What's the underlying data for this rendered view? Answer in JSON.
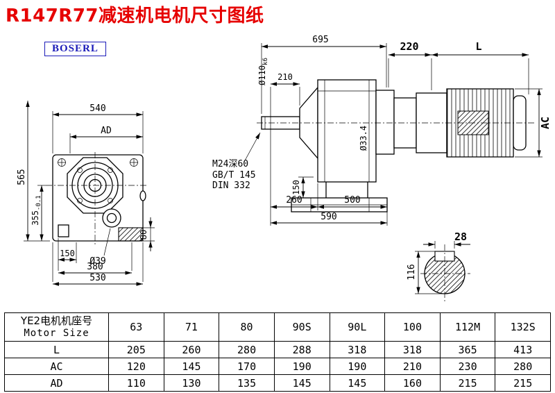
{
  "title": "R147R77减速机电机尺寸图纸",
  "logo": "BOSERL",
  "colors": {
    "title": "#e60000",
    "logo": "#1a1ab8",
    "line": "#000000"
  },
  "front_view": {
    "width_top": "540",
    "ad": "AD",
    "height_total": "565",
    "center_height": "355",
    "center_height_tol": "-0.1",
    "foot_len": "150",
    "hole_dia": "Ø39",
    "bolt_span": "380",
    "base_width": "530",
    "pad_height": "80"
  },
  "side_view": {
    "length_total": "695",
    "flange_len": "220",
    "motor_len": "L",
    "shaft_dia": "Ø110",
    "shaft_fit": "k6",
    "shaft_len": "210",
    "tap_note1": "M24深60",
    "tap_note2": "GB/T 145",
    "tap_note3": "DIN 332",
    "bore_dia": "Ø33.4",
    "foot_height": "150",
    "len_front": "260",
    "len_base_front": "500",
    "base_len": "590",
    "ac": "AC"
  },
  "shaft_section": {
    "key_width": "28",
    "height_over_key": "116"
  },
  "table": {
    "header_cn": "YE2电机机座号",
    "header_en": "Motor Size",
    "sizes": [
      "63",
      "71",
      "80",
      "90S",
      "90L",
      "100",
      "112M",
      "132S"
    ],
    "rows": [
      {
        "label": "L",
        "values": [
          "205",
          "260",
          "280",
          "288",
          "318",
          "318",
          "365",
          "413"
        ]
      },
      {
        "label": "AC",
        "values": [
          "120",
          "145",
          "170",
          "190",
          "190",
          "210",
          "230",
          "280"
        ]
      },
      {
        "label": "AD",
        "values": [
          "110",
          "130",
          "135",
          "145",
          "145",
          "160",
          "215",
          "215"
        ]
      }
    ]
  }
}
